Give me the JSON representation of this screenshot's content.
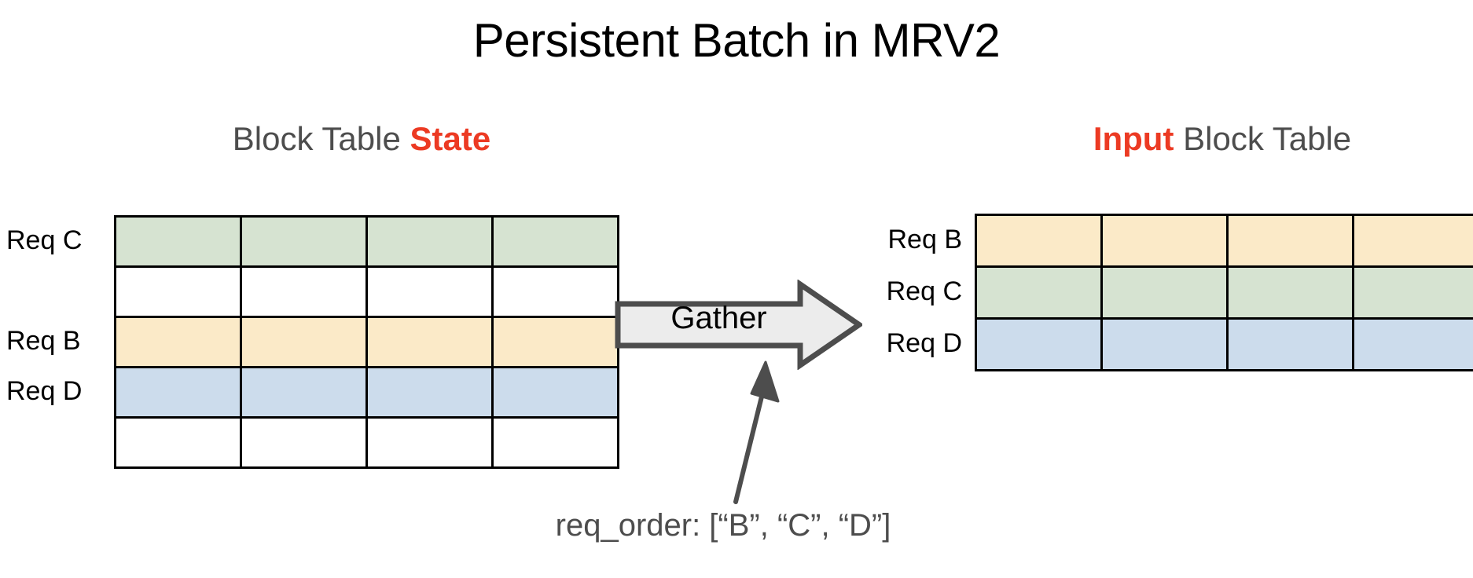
{
  "slide": {
    "title": "Persistent Batch in MRV2",
    "background": "#ffffff"
  },
  "palette": {
    "green": "#d6e3d1",
    "yellow": "#fbeac8",
    "blue": "#ccdcec",
    "empty": "#ffffff",
    "accent_red": "#ec3a23",
    "heading_gray": "#4d4d4d",
    "border_black": "#000000",
    "arrow_fill": "#ececec",
    "arrow_stroke": "#4d4d4d"
  },
  "left_panel": {
    "heading_prefix": "Block Table ",
    "heading_accent": "State",
    "columns": 4,
    "rows": [
      {
        "label": "Req C",
        "color": "#d6e3d1",
        "filled": true
      },
      {
        "label": "",
        "color": "#ffffff",
        "filled": false
      },
      {
        "label": "Req B",
        "color": "#fbeac8",
        "filled": true
      },
      {
        "label": "Req D",
        "color": "#ccdcec",
        "filled": true
      },
      {
        "label": "",
        "color": "#ffffff",
        "filled": false
      }
    ]
  },
  "right_panel": {
    "heading_accent": "Input",
    "heading_suffix": " Block Table",
    "columns": 4,
    "rows": [
      {
        "label": "Req B",
        "color": "#fbeac8",
        "filled": true
      },
      {
        "label": "Req C",
        "color": "#d6e3d1",
        "filled": true
      },
      {
        "label": "Req D",
        "color": "#ccdcec",
        "filled": true
      }
    ]
  },
  "gather": {
    "label": "Gather",
    "direction": "right"
  },
  "caption": {
    "text": "req_order: [“B”, “C”, “D”]"
  },
  "labels": {
    "left_rows": [
      "Req C",
      "",
      "Req B",
      "Req D",
      ""
    ],
    "right_rows": [
      "Req B",
      "Req C",
      "Req D"
    ]
  }
}
